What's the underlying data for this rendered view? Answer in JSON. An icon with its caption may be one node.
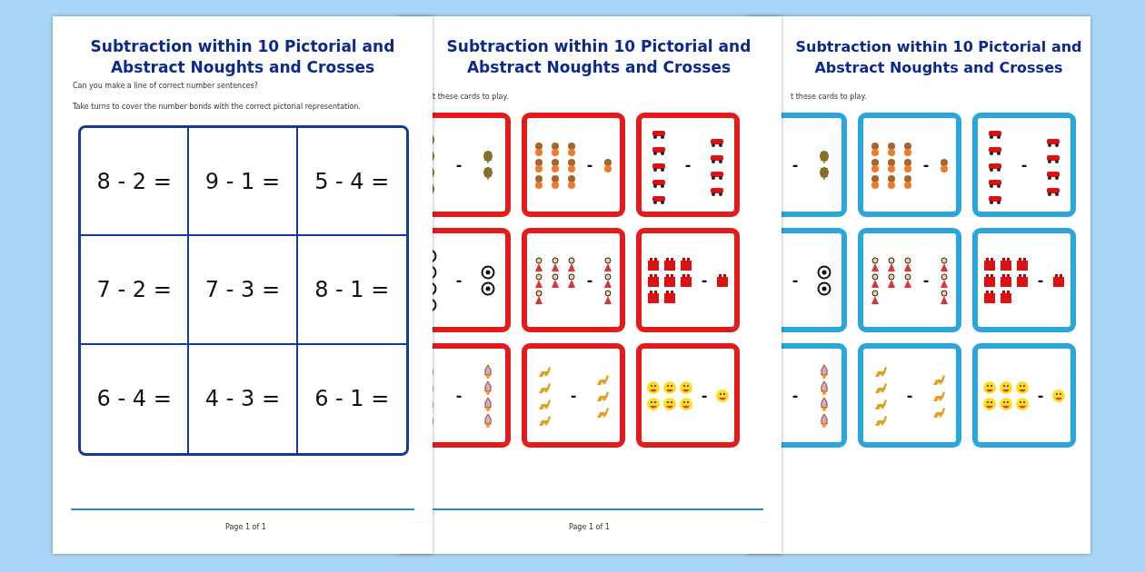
{
  "diagram": {
    "labels": [
      "Subtraction within 10 Pictorial and Abstract Noughts and Crosses",
      "Can you make a line of correct number sentences?",
      "Take turns to cover the number bonds with the correct pictorial representation.",
      "8 - 2 =",
      "9 - 1 =",
      "5 - 4 =",
      "7 - 2 =",
      "7 - 3 =",
      "8 - 1 =",
      "6 - 4 =",
      "4 - 3 =",
      "6 - 1 =",
      "Page 1 of 1",
      "Subtraction within 10 Pictorial and Abstract Noughts and Crosses",
      "t these cards to play.",
      "-",
      "-",
      "-",
      "-",
      "-",
      "-",
      "-",
      "-",
      "-",
      "Page 1 of 1",
      "Subtraction within 10 Pictorial and Abstract Noughts and Crosses",
      "t these cards to play.",
      "-",
      "-",
      "-",
      "-",
      "-",
      "-",
      "-",
      "-",
      "-"
    ]
  }
}
